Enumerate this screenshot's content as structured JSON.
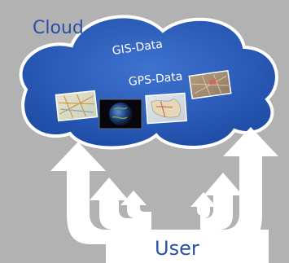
{
  "labels": {
    "cloud": "Cloud",
    "gis_data": "GIS-Data",
    "gps_data": "GPS-Data",
    "user": "User"
  },
  "thumbnails": [
    {
      "name": "street-map",
      "kind": "map"
    },
    {
      "name": "globe",
      "kind": "earth"
    },
    {
      "name": "europe-map",
      "kind": "map"
    },
    {
      "name": "aerial-map",
      "kind": "satellite"
    }
  ],
  "colors": {
    "background": "#b2b2b2",
    "cloud_fill": "#2a5cb8",
    "cloud_outline": "#ffffff",
    "label_blue": "#2b4fa8",
    "arrows": "#ffffff"
  }
}
